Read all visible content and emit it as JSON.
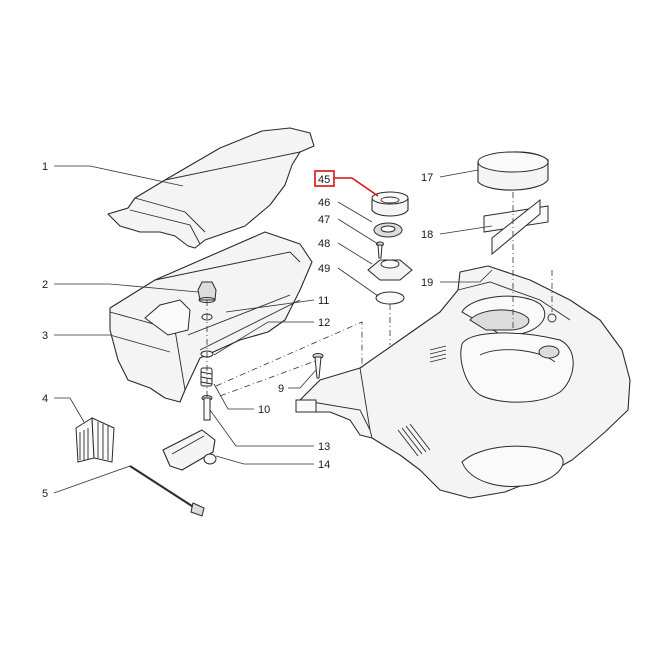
{
  "highlight": {
    "color": "#d41414",
    "callout": "45"
  },
  "callouts": {
    "c1": "1",
    "c2": "2",
    "c3": "3",
    "c4": "4",
    "c5": "5",
    "c9": "9",
    "c10": "10",
    "c11": "11",
    "c12": "12",
    "c13": "13",
    "c14": "14",
    "c17": "17",
    "c18": "18",
    "c19": "19",
    "c45": "45",
    "c46": "46",
    "c47": "47",
    "c48": "48",
    "c49": "49"
  }
}
